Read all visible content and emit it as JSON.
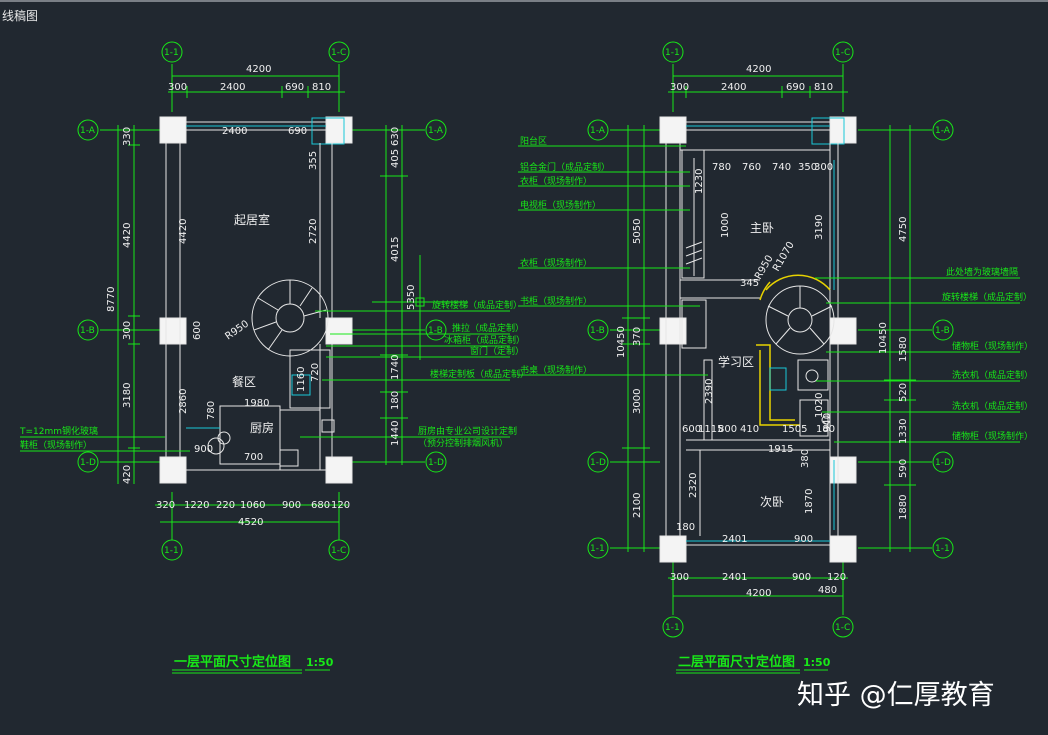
{
  "window": {
    "title": "线稿图"
  },
  "plan1": {
    "title": "一层平面尺寸定位图",
    "scale": "1:50",
    "top_dims": [
      "4200",
      "300",
      "2400",
      "690",
      "810"
    ],
    "inner_top": [
      "2400",
      "690"
    ],
    "left_dims": [
      "330",
      "4420",
      "8770",
      "300",
      "3180",
      "420"
    ],
    "inner_left": [
      "4420",
      "600",
      "2860"
    ],
    "right_dims": [
      "405",
      "630",
      "4015",
      "5350",
      "1740",
      "180",
      "1440"
    ],
    "inner_right": [
      "355",
      "2720",
      "1160",
      "720"
    ],
    "bottom_dims": [
      "320",
      "1220",
      "220",
      "1060",
      "900",
      "680",
      "120",
      "4520"
    ],
    "inner_misc": [
      "R950",
      "1980",
      "780",
      "900",
      "700"
    ],
    "rooms": [
      "起居室",
      "餐区",
      "厨房"
    ],
    "left_notes": [
      "T=12mm钢化玻璃",
      "鞋柜（现场制作）"
    ],
    "right_notes": [
      "旋转楼梯（成品定制）",
      "推拉（成品定制）",
      "冰箱柜（成品定制）",
      "窗门（定制）",
      "楼梯定制板（成品定制）",
      "厨房由专业公司设计定制",
      "（预分控制排烟风机）"
    ],
    "axis_labels": [
      "1-1",
      "1-C",
      "1-A",
      "1-B",
      "1-D"
    ]
  },
  "plan2": {
    "title": "二层平面尺寸定位图",
    "scale": "1:50",
    "top_dims": [
      "4200",
      "300",
      "2400",
      "690",
      "810"
    ],
    "inner_top": [
      "780",
      "760",
      "740",
      "350",
      "300",
      "1230"
    ],
    "left_dims": [
      "5050",
      "10450",
      "370",
      "3000",
      "2100"
    ],
    "inner_left": [
      "1000",
      "2390",
      "2320",
      "180"
    ],
    "right_dims": [
      "4750",
      "10450",
      "1580",
      "520",
      "1330",
      "590",
      "1880"
    ],
    "inner_right": [
      "3190",
      "R1070",
      "R950",
      "345",
      "1020",
      "940",
      "380",
      "1870"
    ],
    "bottom_dims": [
      "300",
      "2401",
      "900",
      "120",
      "480",
      "4200"
    ],
    "inner_misc": [
      "600",
      "1115",
      "800",
      "410",
      "1505",
      "180",
      "1915",
      "2401",
      "900"
    ],
    "rooms": [
      "主卧",
      "学习区",
      "次卧"
    ],
    "left_notes": [
      "阳台区",
      "铝合金门（成品定制）",
      "衣柜（现场制作）",
      "电视柜（现场制作）",
      "衣柜（现场制作）",
      "书柜（现场制作）",
      "书桌（现场制作）"
    ],
    "right_notes": [
      "此处墙为玻璃墙隔",
      "旋转楼梯（成品定制）",
      "储物柜（现场制作）",
      "洗衣机（成品定制）",
      "洗衣机（成品定制）",
      "储物柜（现场制作）"
    ],
    "axis_labels": [
      "1-1",
      "1-C",
      "1-A",
      "1-B",
      "1-D"
    ]
  },
  "watermark": "知乎 @仁厚教育",
  "colors": {
    "background": "#212830",
    "line": "#18e818",
    "wall": "#e6e6e6",
    "stair": "#e8d200",
    "window": "#19c8d8"
  }
}
